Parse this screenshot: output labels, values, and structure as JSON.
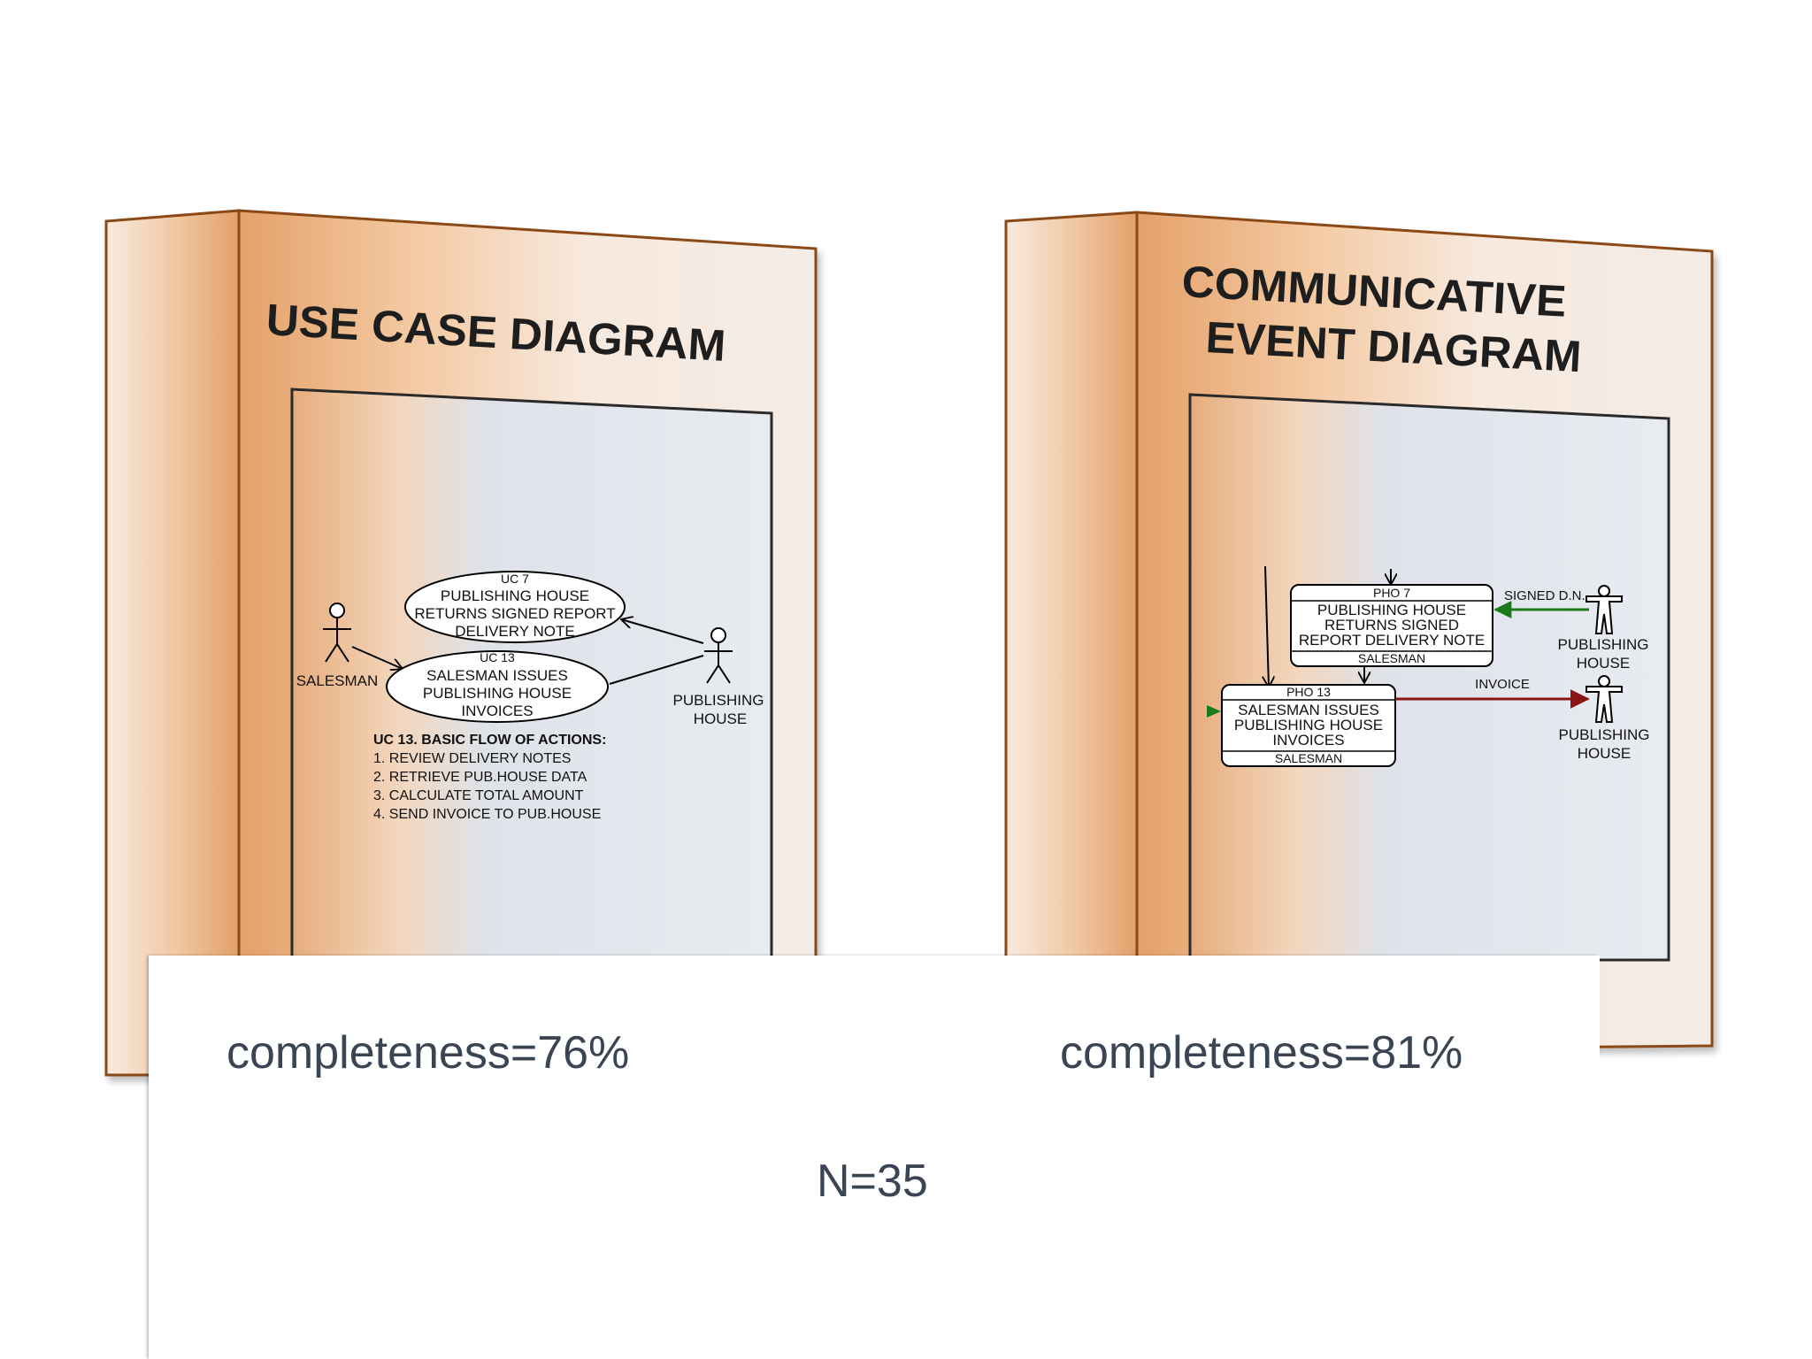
{
  "left_binder": {
    "title": "USE CASE DIAGRAM",
    "uc7": {
      "id": "UC 7",
      "lines": [
        "PUBLISHING HOUSE",
        "RETURNS SIGNED REPORT",
        "DELIVERY NOTE"
      ]
    },
    "uc13": {
      "id": "UC 13",
      "lines": [
        "SALESMAN ISSUES",
        "PUBLISHING HOUSE",
        "INVOICES"
      ]
    },
    "actor_salesman": "SALESMAN",
    "actor_publishing": [
      "PUBLISHING",
      "HOUSE"
    ],
    "flow_title": "UC 13. BASIC FLOW OF ACTIONS:",
    "flow_steps": [
      "1. REVIEW DELIVERY NOTES",
      "2. RETRIEVE PUB.HOUSE DATA",
      "3. CALCULATE TOTAL AMOUNT",
      "4. SEND INVOICE TO PUB.HOUSE"
    ]
  },
  "right_binder": {
    "title_lines": [
      "COMMUNICATIVE",
      "EVENT DIAGRAM"
    ],
    "pho7": {
      "id": "PHO 7",
      "lines": [
        "PUBLISHING HOUSE",
        "RETURNS SIGNED",
        "REPORT DELIVERY NOTE"
      ],
      "actor": "SALESMAN"
    },
    "pho13": {
      "id": "PHO 13",
      "lines": [
        "SALESMAN ISSUES",
        "PUBLISHING HOUSE",
        "INVOICES"
      ],
      "actor": "SALESMAN"
    },
    "msg_signed": "SIGNED D.N.",
    "msg_invoice": "INVOICE",
    "actor_top": [
      "PUBLISHING",
      "HOUSE"
    ],
    "actor_bottom": [
      "PUBLISHING",
      "HOUSE"
    ],
    "colors": {
      "signed_arrow": "#1a7a1a",
      "invoice_arrow": "#8b1414"
    }
  },
  "captions": {
    "left": "completeness=76%",
    "right": "completeness=81%",
    "n": "N=35"
  },
  "colors": {
    "binder_edge": "#8a4a16",
    "binder_orange": "#e9ac78",
    "binder_light": "#f8ece0",
    "inner_blue": "#e2e7ee"
  }
}
